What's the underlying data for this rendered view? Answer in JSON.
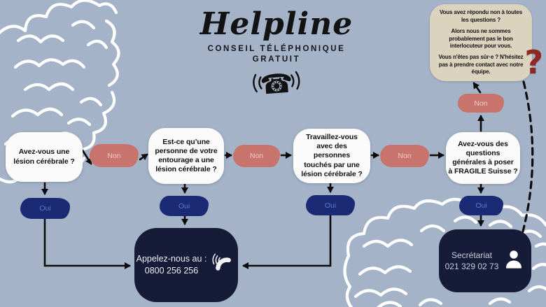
{
  "header": {
    "title": "Helpline",
    "subtitle": "CONSEIL TÉLÉPHONIQUE",
    "subtitle2": "GRATUIT"
  },
  "info_box": {
    "p1": "Vous avez répondu non à toutes\nles questions ?",
    "p2": "Alors nous ne sommes\nprobablement pas le bon\ninterlocuteur pour vous.",
    "p3": "Vous n'êtes pas sûr·e ? N'hésitez\npas à prendre contact avec notre\néquipe.",
    "question_mark": "?"
  },
  "questions": {
    "q1": "Avez-vous une\nlésion cérébrale ?",
    "q2": "Est-ce qu’une\npersonne de votre\nentourage a une\nlésion cérébrale ?",
    "q3": "Travaillez-vous\navec des\npersonnes\ntouchés par une\nlésion cérébrale ?",
    "q4": "Avez-vous des\nquestions\ngénérales à poser\nà FRAGILE Suisse ?"
  },
  "labels": {
    "no": "Non",
    "yes": "Oui"
  },
  "call_box": {
    "line1": "Appelez-nous au :",
    "line2": "0800 256 256"
  },
  "secretariat_box": {
    "line1": "Secrétariat",
    "line2": "021 329 02 73"
  },
  "icons": {
    "title_phone": "rotary-phone-icon",
    "call_handset": "handset-icon",
    "secretariat_person": "person-icon"
  },
  "colors": {
    "background": "#a4b3c8",
    "no_pill": "#c8746d",
    "yes_pill": "#1b2a74",
    "dark_box": "#161c38",
    "info_box": "#dcd3bf",
    "question_mark_red": "#8e2a23",
    "brain_outline": "#ffffff"
  }
}
